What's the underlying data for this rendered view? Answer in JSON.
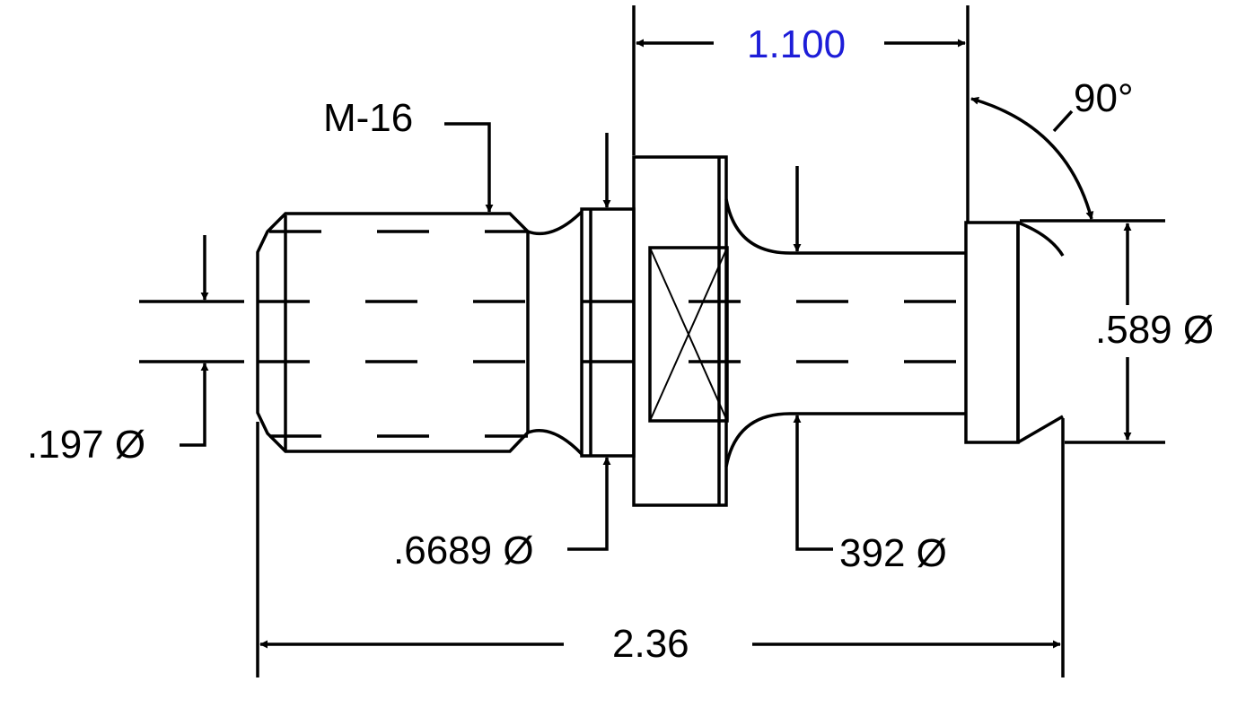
{
  "colors": {
    "line": "#000000",
    "text": "#000000",
    "highlight": "#1d1dd8",
    "background": "#ffffff"
  },
  "dimensions": {
    "thread": "M-16",
    "hole_dia": ".197 Ø",
    "collar_dia": ".6689 Ø",
    "neck_dia": "392 Ø",
    "head_dia": ".589 Ø",
    "angle": "90°",
    "head_length": "1.100",
    "overall_length": "2.36"
  }
}
